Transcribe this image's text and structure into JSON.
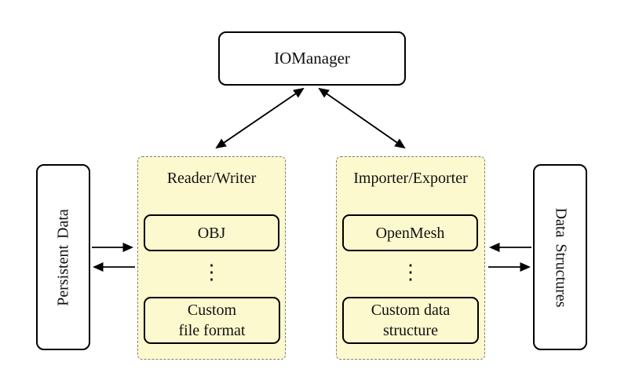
{
  "diagram": {
    "nodes": {
      "iomanager": {
        "label": "IOManager"
      },
      "persistent_data": {
        "label": "Persistent Data"
      },
      "data_structures": {
        "label": "Data Structures"
      },
      "reader_writer": {
        "label": "Reader/Writer",
        "items": [
          "OBJ",
          "Custom\nfile format"
        ],
        "ellipsis": "⋮"
      },
      "importer_exporter": {
        "label": "Importer/Exporter",
        "items": [
          "OpenMesh",
          "Custom data\nstructure"
        ],
        "ellipsis": "⋮"
      }
    },
    "edges": [
      {
        "from": "iomanager",
        "to": "reader_writer",
        "direction": "bidirectional"
      },
      {
        "from": "iomanager",
        "to": "importer_exporter",
        "direction": "bidirectional"
      },
      {
        "from": "persistent_data",
        "to": "reader_writer",
        "direction": "one-way"
      },
      {
        "from": "reader_writer",
        "to": "persistent_data",
        "direction": "one-way"
      },
      {
        "from": "data_structures",
        "to": "importer_exporter",
        "direction": "one-way"
      },
      {
        "from": "importer_exporter",
        "to": "data_structures",
        "direction": "one-way"
      }
    ],
    "colors": {
      "group_fill": "#FCF9CE",
      "group_border": "#7F7F7F",
      "node_fill": "#FFFFFF",
      "line": "#000000",
      "background": "#FFFFFF"
    }
  }
}
